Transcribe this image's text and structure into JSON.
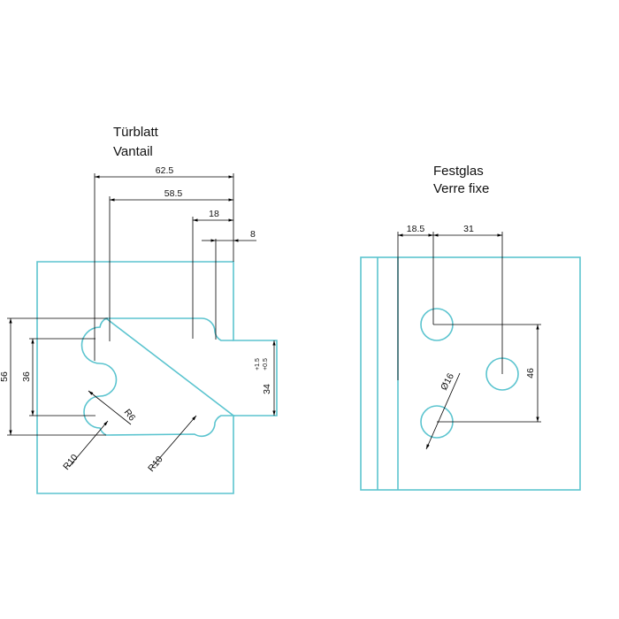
{
  "door_leaf": {
    "title_de": "Türblatt",
    "title_fr": "Vantail",
    "dims": {
      "d62_5": "62.5",
      "d58_5": "58.5",
      "d18": "18",
      "d8": "8",
      "d56": "56",
      "d36": "36",
      "d34": "34",
      "tol_plus": "+1.5",
      "tol_minus": "+0.5",
      "r6": "R6",
      "r10_left": "R10",
      "r10_right": "R10"
    }
  },
  "fixed_glass": {
    "title_de": "Festglas",
    "title_fr": "Verre fixe",
    "dims": {
      "d18_5": "18.5",
      "d31": "31",
      "d46": "46",
      "dia16": "Ø16"
    }
  },
  "colors": {
    "glass_outline": "#5bc4cf",
    "dimension_lines": "#000000"
  }
}
